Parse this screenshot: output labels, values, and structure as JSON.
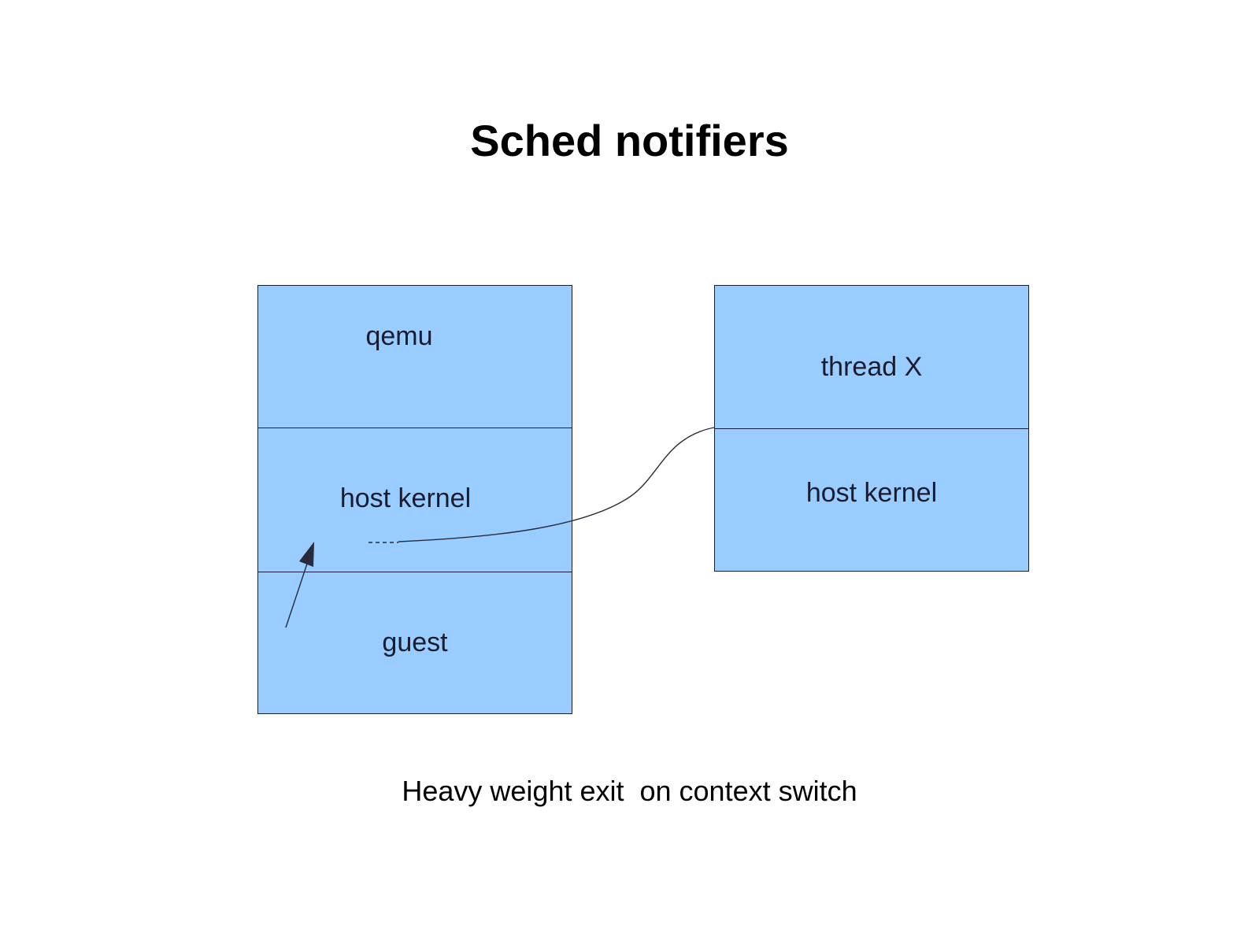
{
  "slide": {
    "title": "Sched notifiers",
    "caption": "Heavy weight exit  on context switch"
  },
  "diagram": {
    "left_stack": {
      "sections": [
        {
          "label": "qemu"
        },
        {
          "label": "host kernel"
        },
        {
          "label": "guest"
        }
      ]
    },
    "right_stack": {
      "sections": [
        {
          "label": "thread X"
        },
        {
          "label": "host kernel"
        }
      ]
    }
  },
  "colors": {
    "box_fill": "#99ccff",
    "box_border": "#1c1c3c",
    "line": "#2a2a3a",
    "text": "#1b1b2f",
    "title": "#000000",
    "bg": "#ffffff"
  }
}
